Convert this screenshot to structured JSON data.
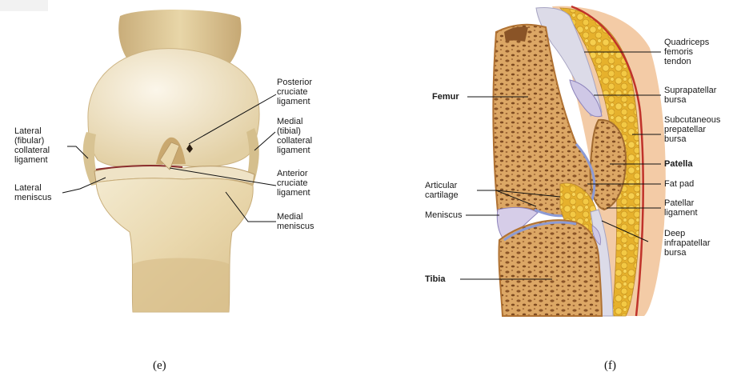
{
  "figures": {
    "e": {
      "caption": "(e)",
      "labels": {
        "posterior_cruciate": [
          "Posterior",
          "cruciate",
          "ligament"
        ],
        "lateral_collateral": [
          "Lateral",
          "(fibular)",
          "collateral",
          "ligament"
        ],
        "medial_collateral": [
          "Medial",
          "(tibial)",
          "collateral",
          "ligament"
        ],
        "lateral_meniscus": [
          "Lateral",
          "meniscus"
        ],
        "anterior_cruciate": [
          "Anterior",
          "cruciate",
          "ligament"
        ],
        "medial_meniscus": [
          "Medial",
          "meniscus"
        ]
      }
    },
    "f": {
      "caption": "(f)",
      "labels": {
        "quadriceps_tendon": [
          "Quadriceps",
          "femoris",
          "tendon"
        ],
        "femur": [
          "Femur"
        ],
        "suprapatellar_bursa": [
          "Suprapatellar",
          "bursa"
        ],
        "subcutaneous_bursa": [
          "Subcutaneous",
          "prepatellar",
          "bursa"
        ],
        "patella": [
          "Patella"
        ],
        "articular_cartilage": [
          "Articular",
          "cartilage"
        ],
        "fat_pad": [
          "Fat pad"
        ],
        "meniscus": [
          "Meniscus"
        ],
        "patellar_ligament": [
          "Patellar",
          "ligament"
        ],
        "deep_bursa": [
          "Deep",
          "infrapatellar",
          "bursa"
        ],
        "tibia": [
          "Tibia"
        ]
      }
    }
  }
}
